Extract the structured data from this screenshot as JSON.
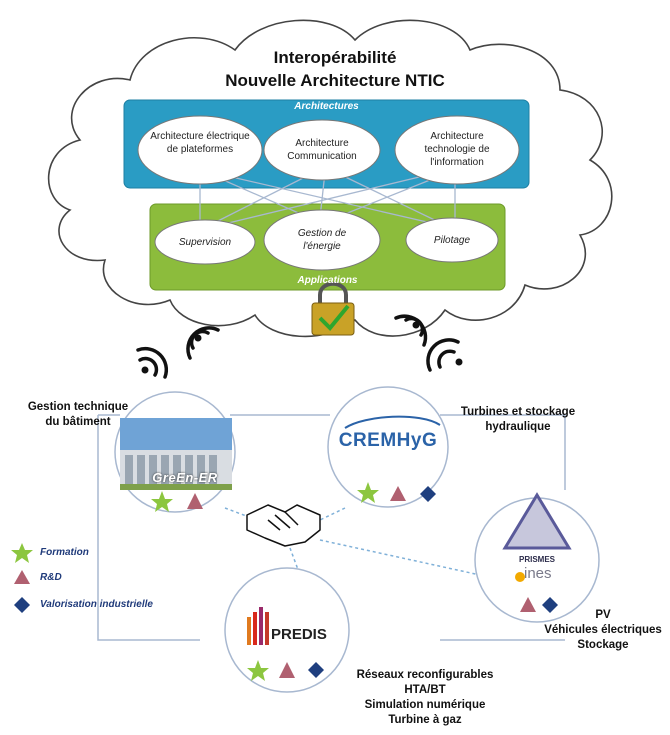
{
  "title": {
    "line1": "Interopérabilité",
    "line2": "Nouvelle Architecture NTIC"
  },
  "architectures": {
    "label": "Architectures",
    "items": [
      "Architecture électrique de plateformes",
      "Architecture Communication",
      "Architecture technologie de l'information"
    ]
  },
  "applications": {
    "label": "Applications",
    "items": [
      "Supervision",
      "Gestion de l'énergie",
      "Pilotage"
    ]
  },
  "sites": {
    "greener": {
      "logo": "GreEn-ER",
      "label_line1": "Gestion technique",
      "label_line2": "du bâtiment"
    },
    "cremhyg": {
      "logo": "CREMHyG",
      "label_line1": "Turbines et stockage",
      "label_line2": "hydraulique"
    },
    "prismes": {
      "logo_top": "PRISMES",
      "logo_bottom": "ines",
      "label_line1": "PV",
      "label_line2": "Véhicules électriques",
      "label_line3": "Stockage"
    },
    "predis": {
      "logo": "PREDIS",
      "label_line1": "Réseaux reconfigurables",
      "label_line2": "HTA/BT",
      "label_line3": "Simulation numérique",
      "label_line4": "Turbine à gaz"
    }
  },
  "legend": {
    "formation": "Formation",
    "rd": "R&D",
    "valorisation": "Valorisation industrielle"
  },
  "colors": {
    "architectures_bar": "#2a9cc4",
    "applications_bar": "#8cbc3c",
    "star": "#8cc63f",
    "triangle": "#b06070",
    "diamond": "#1f3f7f",
    "legend_text": "#1f3a7a",
    "connector": "#a8b8d0",
    "dotted_link": "#7fb0d8"
  },
  "icons": [
    "wifi-icon",
    "padlock-check-icon",
    "handshake-icon",
    "star-icon",
    "triangle-icon",
    "diamond-icon"
  ]
}
